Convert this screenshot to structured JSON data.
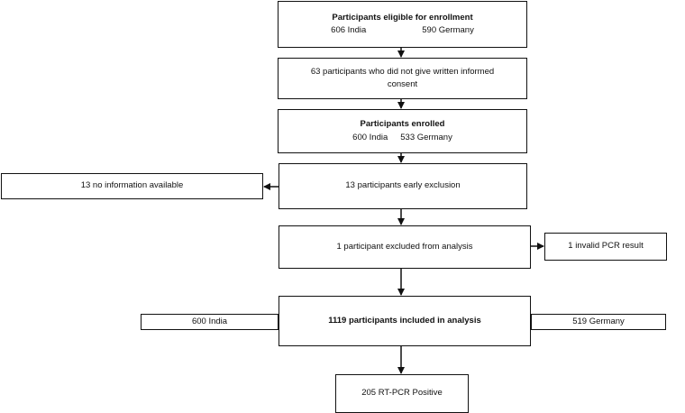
{
  "eligible": {
    "title": "Participants eligible for enrollment",
    "india": "606 India",
    "germany": "590 Germany"
  },
  "no_consent": {
    "text": "63 participants who did not give written informed consent"
  },
  "enrolled": {
    "title": "Participants enrolled",
    "india": "600 India",
    "germany": "533 Germany"
  },
  "early_exclusion": {
    "text": "13  participants early exclusion"
  },
  "no_info": {
    "text": "13  no information available"
  },
  "excluded_analysis": {
    "text": "1 participant excluded from analysis"
  },
  "invalid_pcr": {
    "text": "1 invalid PCR result"
  },
  "included": {
    "text": "1119  participants included in analysis"
  },
  "included_india": {
    "text": "600  India"
  },
  "included_germany": {
    "text": "519  Germany"
  },
  "positive": {
    "text": "205 RT-PCR Positive"
  }
}
